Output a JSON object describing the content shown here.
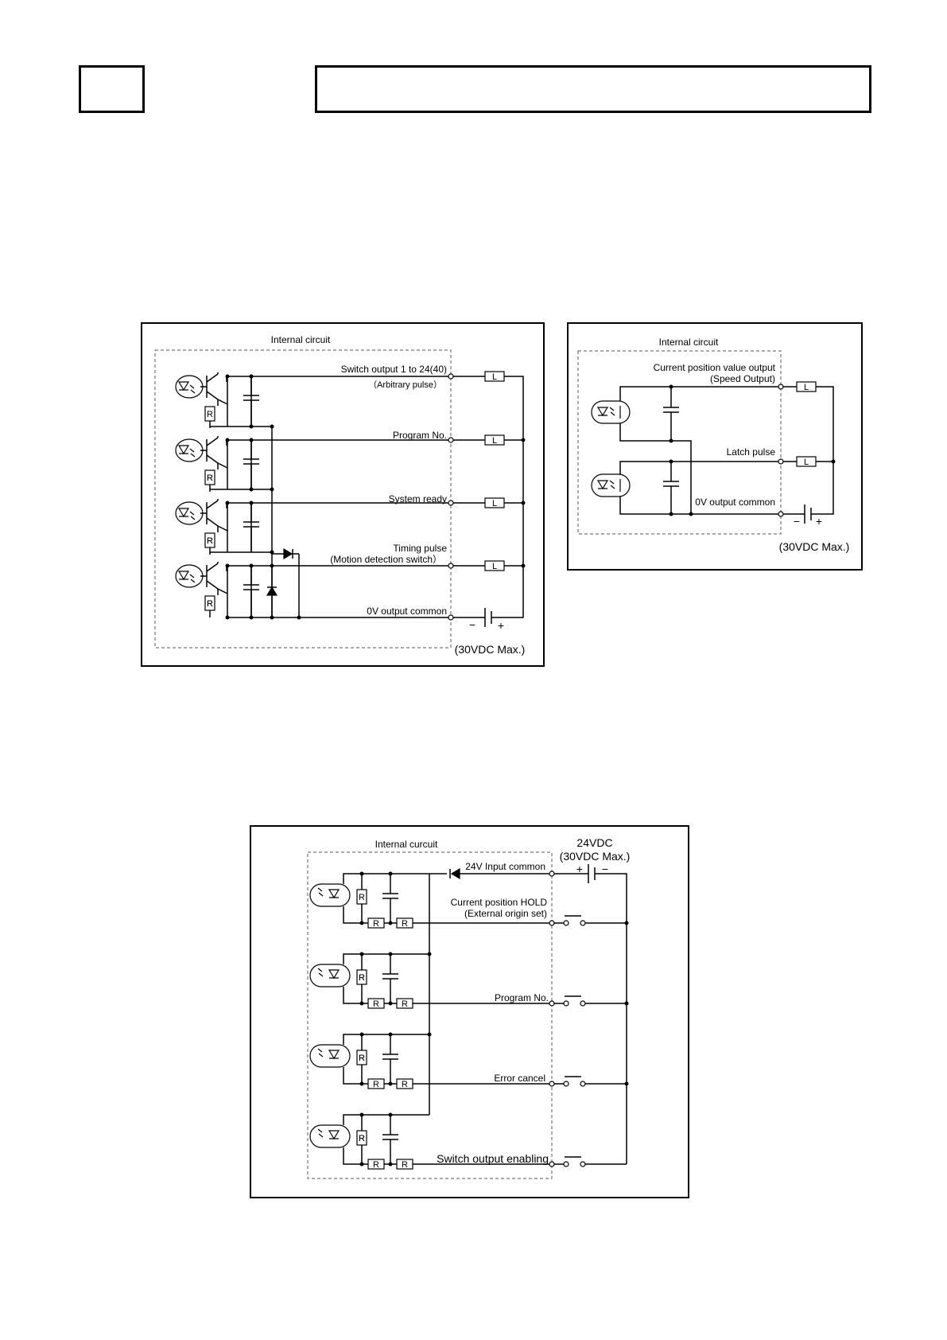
{
  "header": {
    "left_box": "",
    "right_box": ""
  },
  "output_circuit": {
    "title": "Internal circuit",
    "signals": [
      {
        "label": "Switch output 1 to 24(40)",
        "sublabel": "（Arbitrary pulse）"
      },
      {
        "label": "Program No.",
        "sublabel": ""
      },
      {
        "label": "System ready",
        "sublabel": ""
      },
      {
        "label": "Timing pulse",
        "sublabel": "(Motion detection switch）"
      },
      {
        "label": "0V output common",
        "sublabel": ""
      }
    ],
    "load_label": "L",
    "resistor_label": "R",
    "supply_note": "(30VDC Max.)",
    "minus": "−",
    "plus": "+"
  },
  "position_circuit": {
    "title": "Internal circuit",
    "signals": [
      {
        "label": "Current position value output",
        "sublabel": "(Speed Output)"
      },
      {
        "label": "Latch pulse",
        "sublabel": ""
      },
      {
        "label": "0V output common",
        "sublabel": ""
      }
    ],
    "load_label": "L",
    "supply_note": "(30VDC Max.)",
    "minus": "−",
    "plus": "+"
  },
  "input_circuit": {
    "title": "Internal curcuit",
    "supply_voltage": "24VDC",
    "supply_note": "(30VDC Max.)",
    "plus": "+",
    "minus": "−",
    "resistor_label": "R",
    "signals": [
      {
        "label": "24V Input common",
        "sublabel": ""
      },
      {
        "label": "Current position HOLD",
        "sublabel": "(External origin set)"
      },
      {
        "label": "Program No.",
        "sublabel": ""
      },
      {
        "label": "Error cancel",
        "sublabel": ""
      },
      {
        "label": "Switch output enabling",
        "sublabel": ""
      }
    ]
  }
}
